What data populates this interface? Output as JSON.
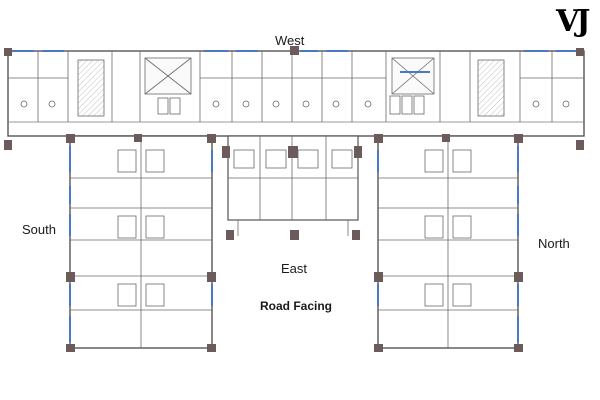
{
  "brand": {
    "logo_text": "VJ"
  },
  "orientation": {
    "west": "West",
    "east": "East",
    "south": "South",
    "north": "North"
  },
  "road_label": "Road Facing",
  "colors": {
    "wall": "#5a5a5a",
    "column": "#6b5b5b",
    "window": "#4a78c8",
    "line": "#9a9a9a"
  }
}
